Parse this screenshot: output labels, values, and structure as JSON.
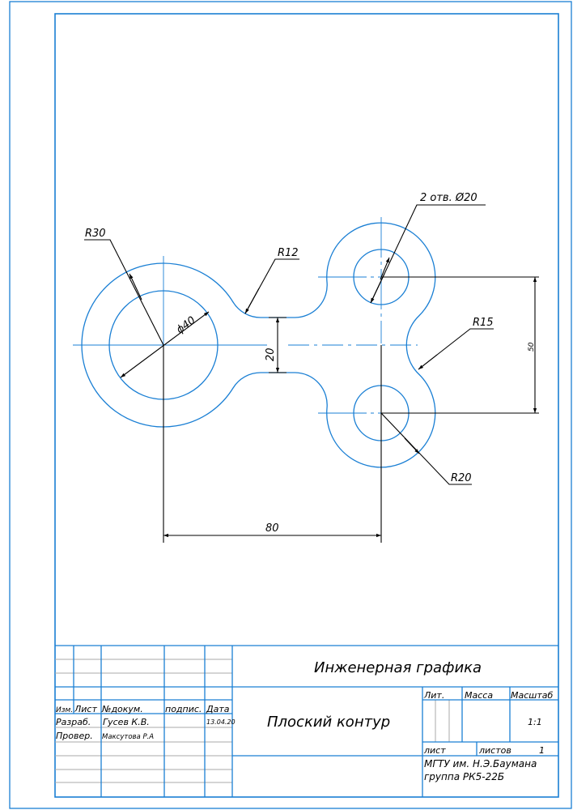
{
  "drawing": {
    "dimensions": {
      "r30": "R30",
      "d40": "ϕ40",
      "r12": "R12",
      "w20": "20",
      "holes": "2 отв. Ø20",
      "d50": "50",
      "r15": "R15",
      "r20": "R20",
      "d80": "80"
    }
  },
  "title_block": {
    "subject": "Инженерная графика",
    "title": "Плоский контур",
    "headers": {
      "izm": "Изм.",
      "list": "Лист",
      "doc": "№докум.",
      "sign": "подпис.",
      "date": "Дата"
    },
    "developed_label": "Разраб.",
    "developed_name": "Гусев К.В.",
    "developed_date": "13.04.20",
    "checked_label": "Провер.",
    "checked_name": "Максутова Р.А",
    "lit_label": "Лит.",
    "mass_label": "Масса",
    "scale_label": "Масштаб",
    "scale_value": "1:1",
    "sheet_label": "лист",
    "sheets_label": "листов",
    "sheets_value": "1",
    "org_line1": "МГТУ им. Н.Э.Баумана",
    "org_line2": "группа РК5-22Б"
  }
}
